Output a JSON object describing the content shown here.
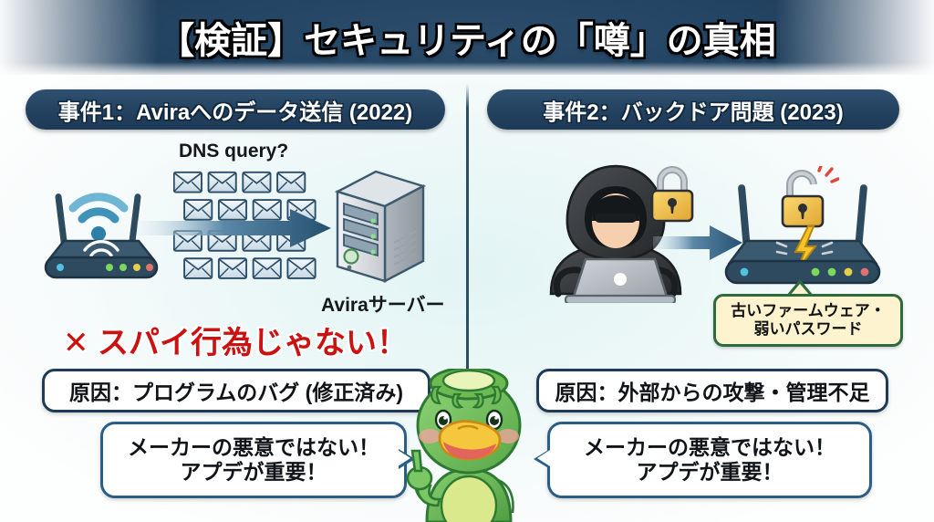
{
  "banner": {
    "title": "【検証】セキュリティの「噂」の真相",
    "bg_color": "#24466a",
    "text_color": "#ffffff"
  },
  "left_panel": {
    "heading": "事件1：Aviraへのデータ送信 (2022)",
    "dns_label": "DNS query?",
    "server_label": "Aviraサーバー",
    "envelope_count": 16,
    "warning": "✕ スパイ行為じゃない！",
    "warning_color": "#cc1111",
    "cause": "原因：プログラムのバグ (修正済み)",
    "bubble_line1": "メーカーの悪意ではない！",
    "bubble_line2": "アプデが重要！",
    "icons": {
      "router": "wifi-router-icon",
      "server": "server-tower-icon",
      "envelope": "envelope-icon",
      "arrow": "right-arrow-icon"
    }
  },
  "right_panel": {
    "heading": "事件2：バックドア問題 (2023)",
    "callout_line1": "古いファームウェア・",
    "callout_line2": "弱いパスワード",
    "callout_bg": "#fdf3cf",
    "callout_border": "#2d6a3e",
    "cause": "原因：外部からの攻撃・管理不足",
    "bubble_line1": "メーカーの悪意ではない！",
    "bubble_line2": "アプデが重要！",
    "icons": {
      "hacker": "hooded-hacker-icon",
      "laptop": "laptop-icon",
      "padlock_closed": "padlock-closed-icon",
      "padlock_open": "padlock-open-icon",
      "router": "wifi-router-icon",
      "lightning": "lightning-bolt-icon",
      "arrow": "right-arrow-icon"
    }
  },
  "mascot": {
    "name": "kappa-mascot",
    "body_color": "#6bbf59",
    "beak_color": "#f2c230"
  },
  "theme": {
    "pill_bg": "#24466a",
    "divider_color": "#2d4d66",
    "box_border": "#1d3a57",
    "bubble_border": "#2b5e86",
    "background": "#eef8f8"
  }
}
